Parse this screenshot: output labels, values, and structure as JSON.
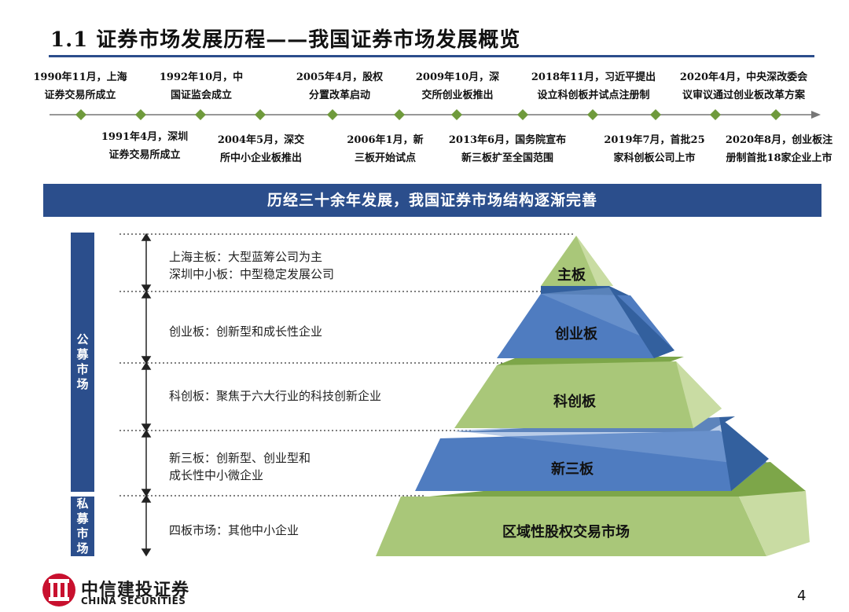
{
  "header": {
    "title": "1.1 证券市场发展历程——我国证券市场发展概览"
  },
  "timeline": {
    "events_top": [
      {
        "line1": "1990年11月，上海",
        "line2": "证券交易所成立"
      },
      {
        "line1": "1992年10月，中",
        "line2": "国证监会成立"
      },
      {
        "line1": "2005年4月，股权",
        "line2": "分置改革启动"
      },
      {
        "line1": "2009年10月，深",
        "line2": "交所创业板推出"
      },
      {
        "line1": "2018年11月，习近平提出",
        "line2": "设立科创板并试点注册制"
      },
      {
        "line1": "2020年4月，中央深改委会",
        "line2": "议审议通过创业板改革方案"
      }
    ],
    "events_bottom": [
      {
        "line1": "1991年4月，深圳",
        "line2": "证券交易所成立"
      },
      {
        "line1": "2004年5月，深交",
        "line2": "所中小企业板推出"
      },
      {
        "line1": "2006年1月，新",
        "line2": "三板开始试点"
      },
      {
        "line1": "2013年6月，国务院宣布",
        "line2": "新三板扩至全国范围"
      },
      {
        "line1": "2019年7月，首批25",
        "line2": "家科创板公司上市"
      },
      {
        "line1": "2020年8月，创业板注",
        "line2": "册制首批18家企业上市"
      }
    ]
  },
  "banner": {
    "text": "历经三十余年发展，我国证券市场结构逐渐完善"
  },
  "side_labels": {
    "public": "公募市场",
    "private": "私募市场"
  },
  "descriptions": {
    "main_board_line1": "上海主板：大型蓝筹公司为主",
    "main_board_line2": "深圳中小板：中型稳定发展公司",
    "chinext": "创业板：创新型和成长性企业",
    "star": "科创板：聚焦于六大行业的科技创新企业",
    "neeq_line1": "新三板：创新型、创业型和",
    "neeq_line2": "成长性中小微企业",
    "regional": "四板市场：其他中小企业"
  },
  "pyramid": {
    "tier1": "主板",
    "tier2": "创业板",
    "tier3": "科创板",
    "tier4": "新三板",
    "tier5": "区域性股权交易市场"
  },
  "colors": {
    "brand_blue": "#2b4e8c",
    "green_light": "#c9dca3",
    "green_mid": "#a9c779",
    "green_dark": "#7da649",
    "blue_light": "#7fa3d6",
    "blue_mid": "#4f7cc0",
    "blue_dark": "#33609e",
    "logo_red": "#c8102e"
  },
  "footer": {
    "logo_cn": "中信建投证券",
    "logo_en": "CHINA SECURITIES",
    "page_number": "4"
  }
}
